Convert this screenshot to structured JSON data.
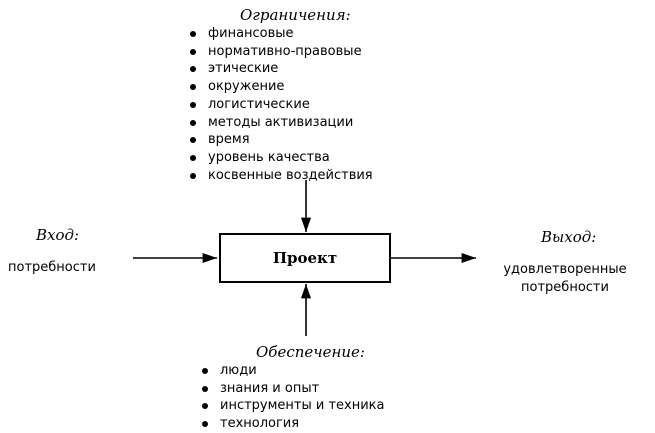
{
  "constraints": {
    "title": "Ограничения:",
    "items": [
      "финансовые",
      "нормативно-правовые",
      "этические",
      "окружение",
      "логистические",
      "методы активизации",
      "время",
      "уровень качества",
      "косвенные воздействия"
    ]
  },
  "input": {
    "title": "Вход:",
    "value": "потребности"
  },
  "project": {
    "label": "Проект"
  },
  "output": {
    "title": "Выход:",
    "value_line1": "удовлетворенные",
    "value_line2": "потребности"
  },
  "support": {
    "title": "Обеспечение:",
    "items": [
      "люди",
      "знания и опыт",
      "инструменты и техника",
      "технология"
    ]
  }
}
